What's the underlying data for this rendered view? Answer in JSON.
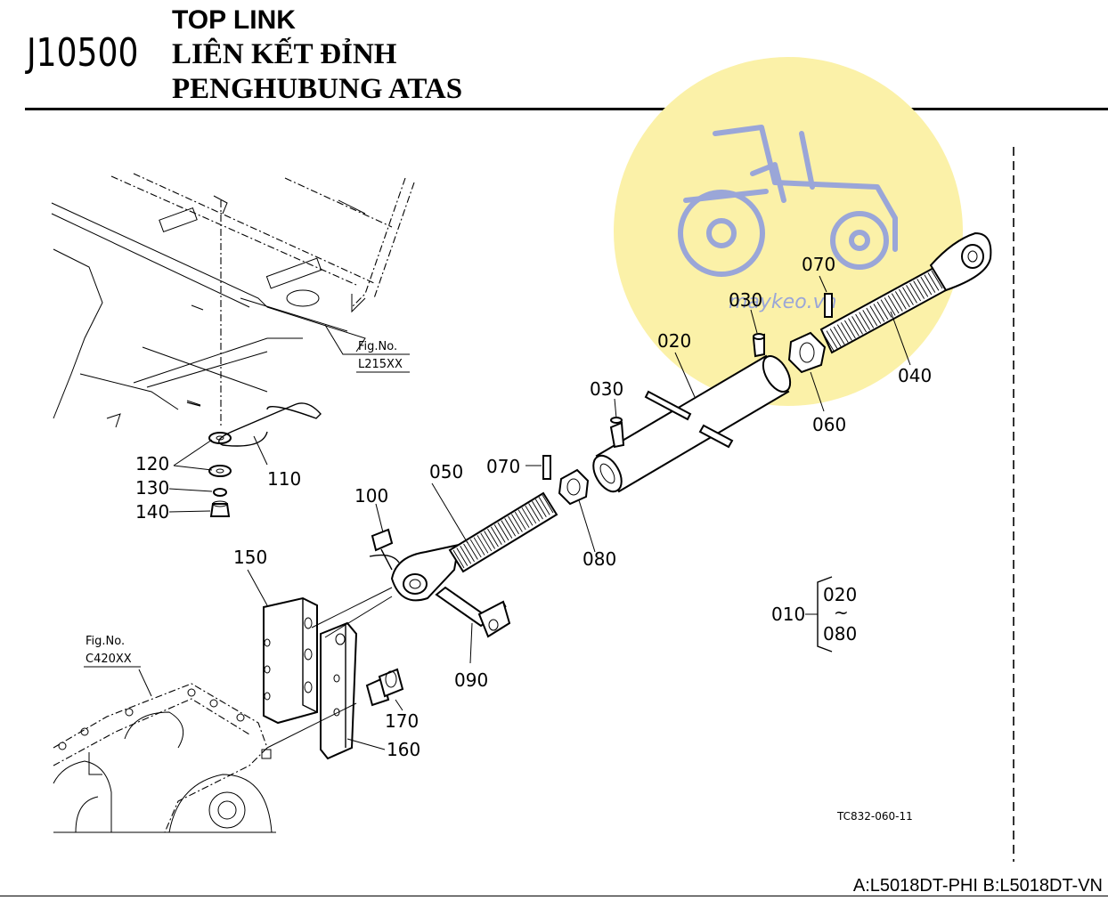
{
  "header": {
    "code": "J10500",
    "title_en": "TOP LINK",
    "title_vi": "LIÊN KẾT ĐỈNH",
    "title_id": "PENGHUBUNG ATAS"
  },
  "watermark": {
    "text": "maykeo.vn",
    "bg_color": "#fbf1a8",
    "icon_color": "#9aa6d8"
  },
  "labels": {
    "p010": "010",
    "p020a": "020",
    "p020b": "020",
    "p030a": "030",
    "p030b": "030",
    "p040": "040",
    "p050": "050",
    "p060": "060",
    "p070a": "070",
    "p070b": "070",
    "p080a": "080",
    "p080b": "080",
    "p090": "090",
    "p100": "100",
    "p110": "110",
    "p120": "120",
    "p130": "130",
    "p140": "140",
    "p150": "150",
    "p160": "160",
    "p170": "170",
    "tilde": "~"
  },
  "refs": {
    "fig_top_label": "Fig.No.",
    "fig_top_num": "L215XX",
    "fig_bot_label": "Fig.No.",
    "fig_bot_num": "C420XX"
  },
  "drawing_code": "TC832-060-11",
  "footer": "A:L5018DT-PHI B:L5018DT-VN"
}
